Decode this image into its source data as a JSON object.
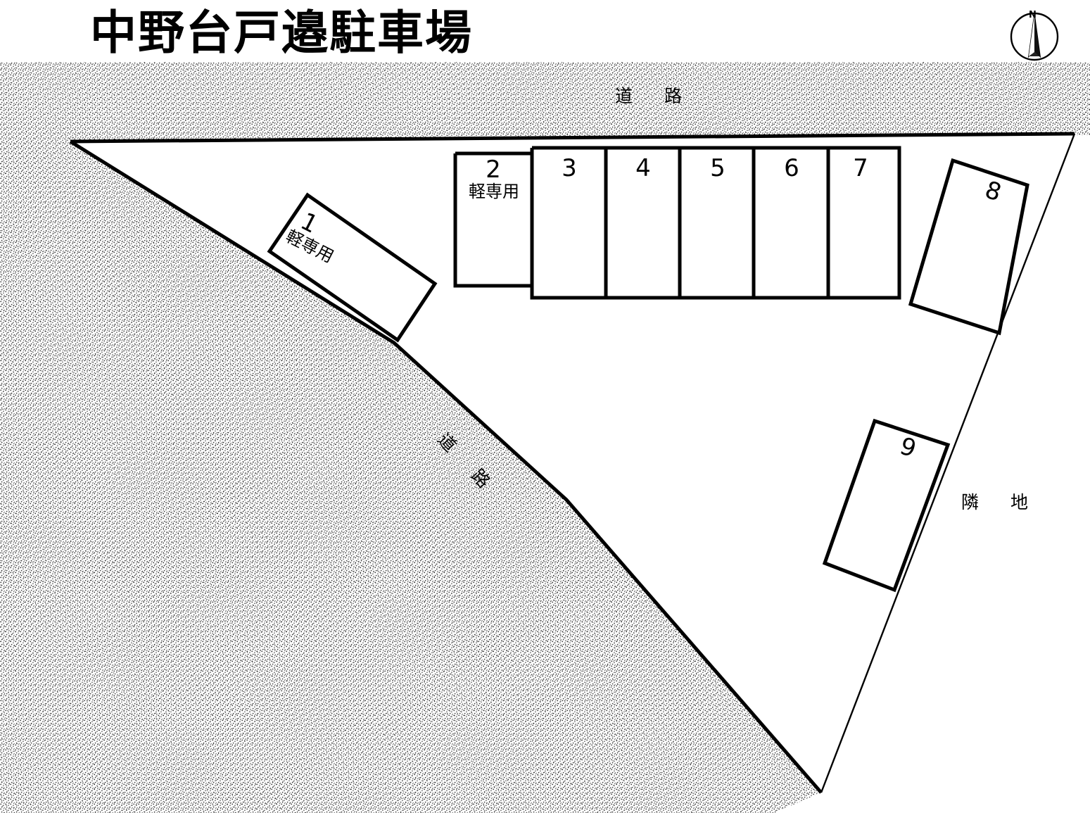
{
  "document": {
    "title": "中野台戸邉駐車場",
    "type": "parking-lot-site-plan"
  },
  "compass": {
    "north_letter": "N",
    "icon": "compass-rose-icon"
  },
  "labels": {
    "road_top": "道　路",
    "road_diagonal": "道　路",
    "adjacent_land": "隣　地"
  },
  "stalls": [
    {
      "id": "1",
      "number": "1",
      "note": "軽専用",
      "rotated": true
    },
    {
      "id": "2",
      "number": "2",
      "note": "軽専用",
      "rotated": false
    },
    {
      "id": "3",
      "number": "3",
      "note": "",
      "rotated": false
    },
    {
      "id": "4",
      "number": "4",
      "note": "",
      "rotated": false
    },
    {
      "id": "5",
      "number": "5",
      "note": "",
      "rotated": false
    },
    {
      "id": "6",
      "number": "6",
      "note": "",
      "rotated": false
    },
    {
      "id": "7",
      "number": "7",
      "note": "",
      "rotated": false
    },
    {
      "id": "8",
      "number": "8",
      "note": "",
      "rotated": true
    },
    {
      "id": "9",
      "number": "9",
      "note": "",
      "rotated": true
    }
  ],
  "colors": {
    "ink": "#000000",
    "paper": "#ffffff",
    "stipple": "#3a3a3a"
  }
}
